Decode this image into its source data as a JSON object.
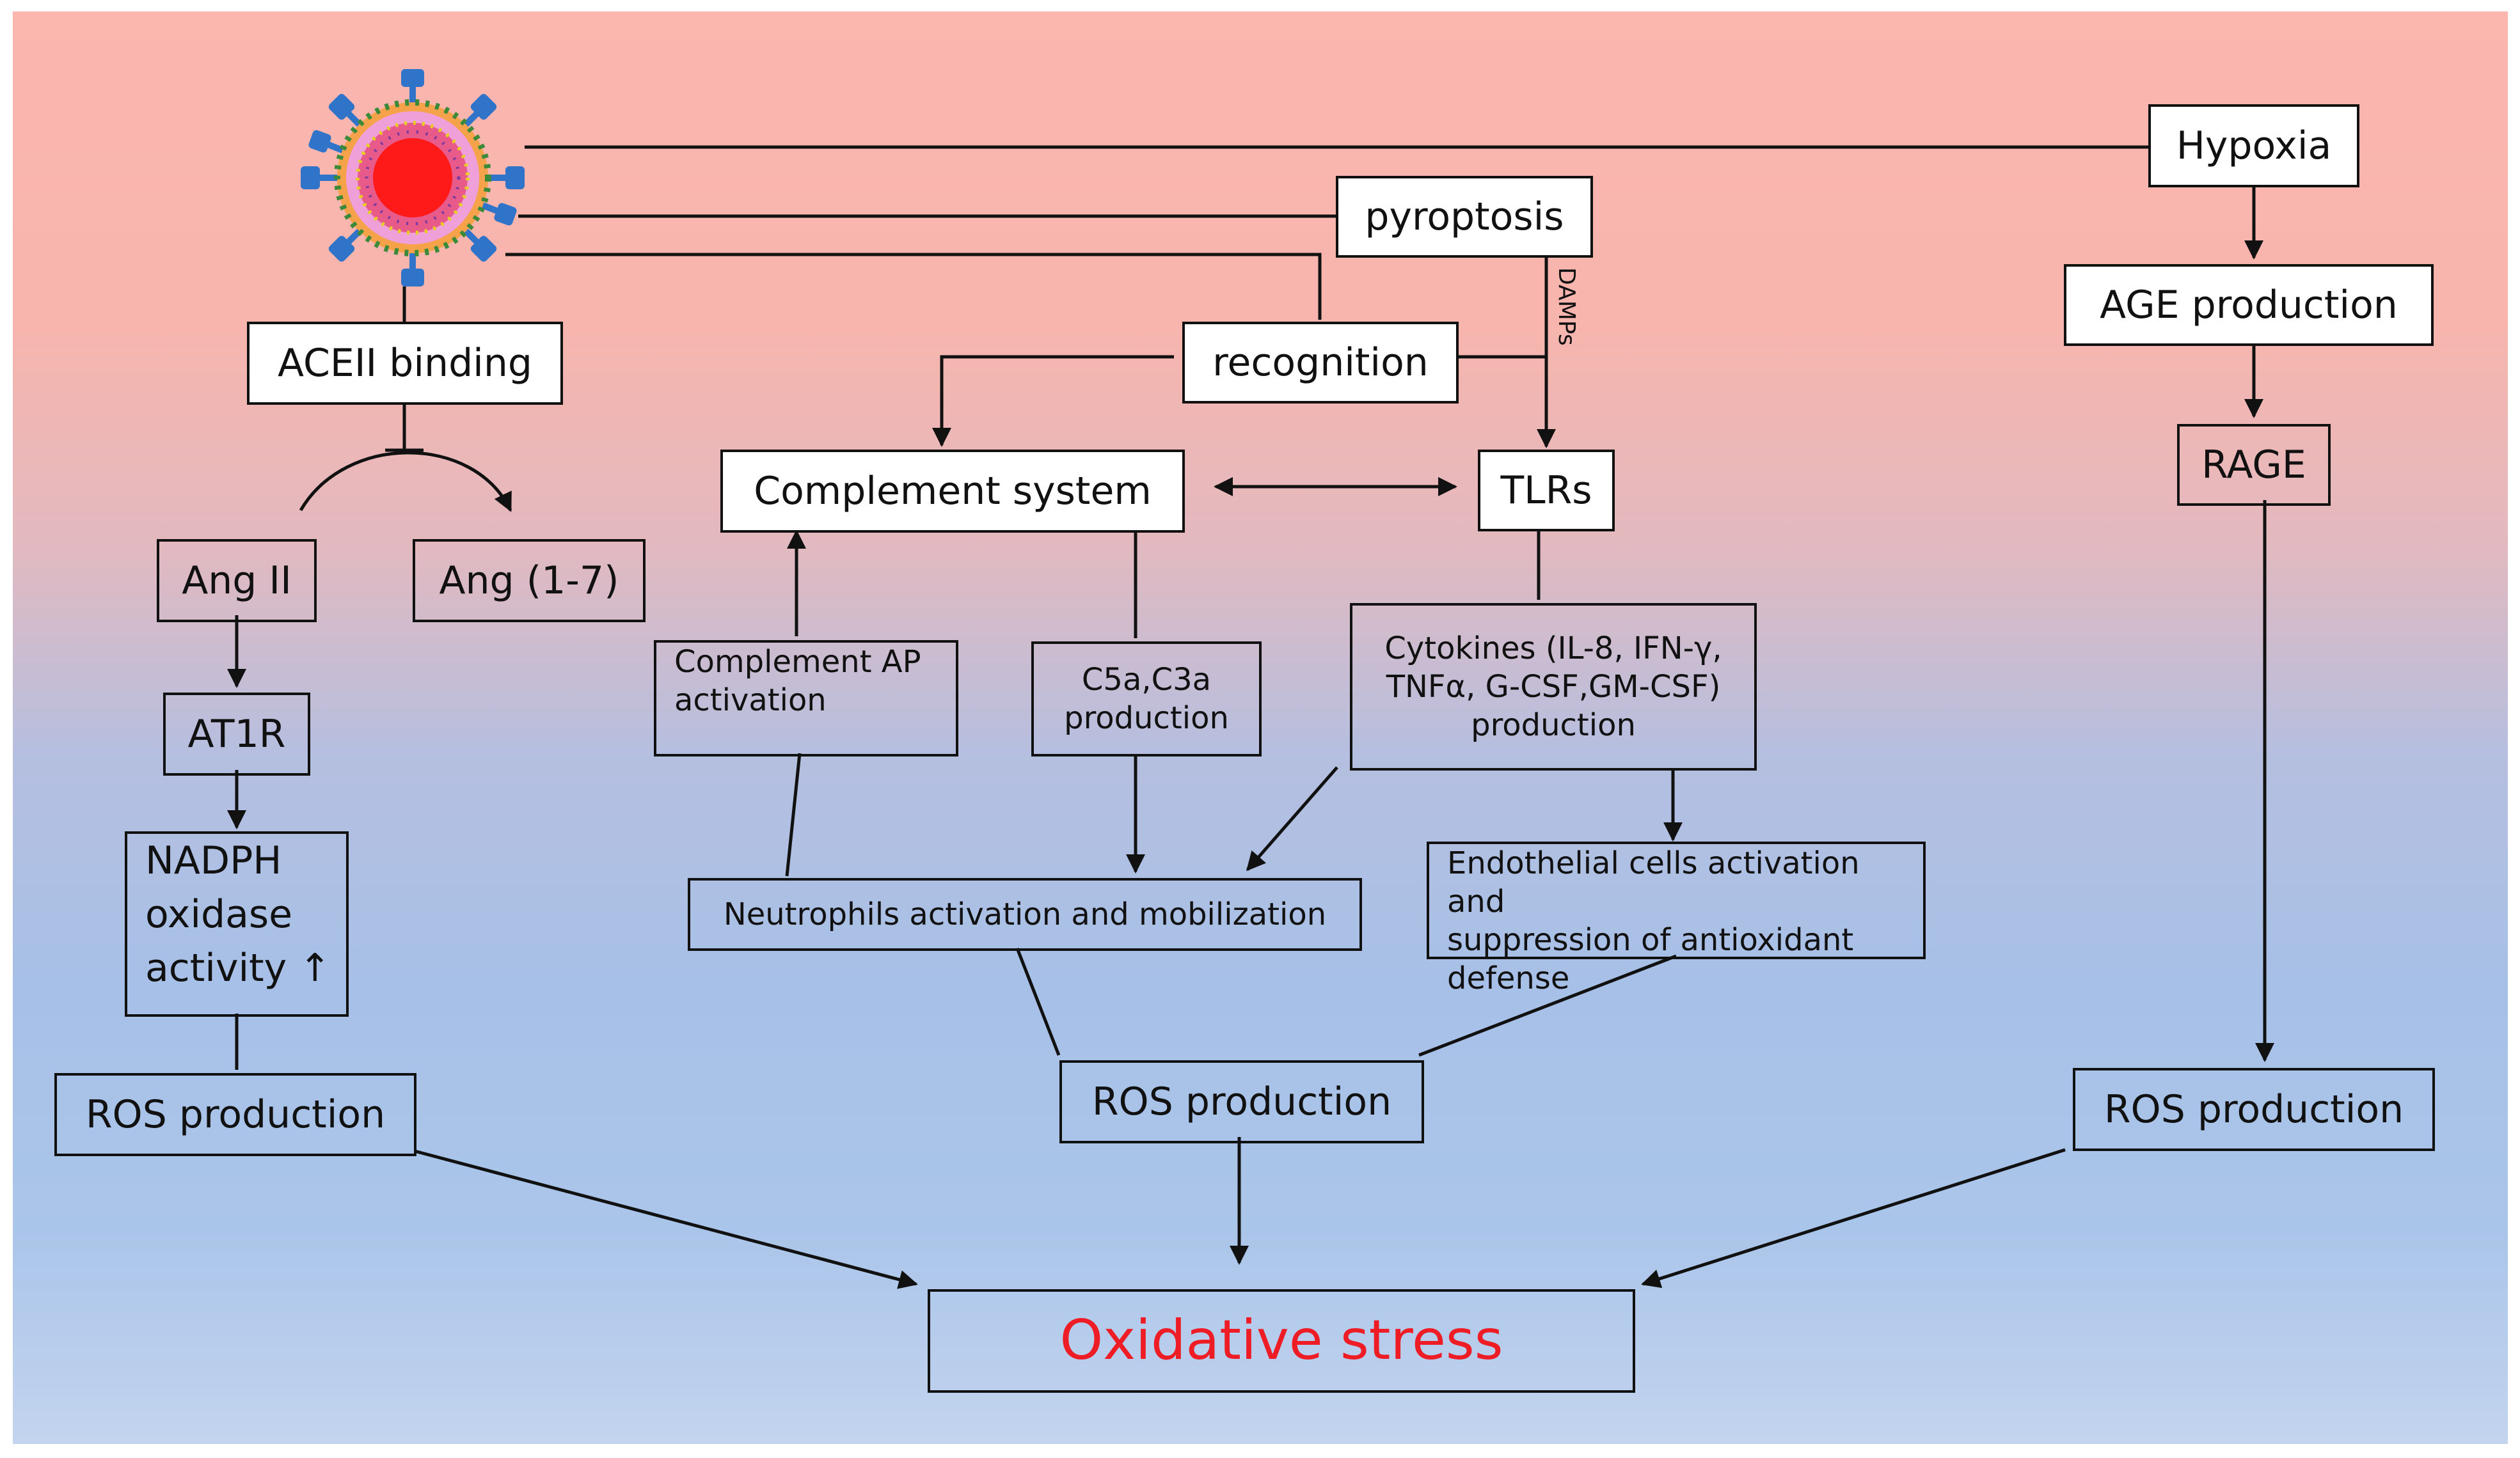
{
  "nodes": {
    "hypoxia": "Hypoxia",
    "pyroptosis": "pyroptosis",
    "age_production": "AGE production",
    "aceii_binding": "ACEII binding",
    "recognition": "recognition",
    "complement_system": "Complement system",
    "tlrs": "TLRs",
    "rage": "RAGE",
    "ang_ii": "Ang II",
    "ang_1_7": "Ang (1-7)",
    "at1r": "AT1R",
    "nadph": [
      "NADPH",
      "oxidase",
      "activity ↑"
    ],
    "complement_ap": [
      "Complement AP",
      "activation"
    ],
    "c5a_c3a": [
      "C5a,C3a",
      "production"
    ],
    "cytokines": [
      "Cytokines (IL-8,  IFN-γ,",
      "TNFα, G-CSF,GM-CSF)",
      "production"
    ],
    "neutrophils": "Neutrophils activation and mobilization",
    "endothelial": [
      "Endothelial cells activation and",
      "suppression of antioxidant defense"
    ],
    "ros_left": "ROS production",
    "ros_center": "ROS production",
    "ros_right": "ROS production",
    "oxidative_stress": "Oxidative stress"
  },
  "edge_labels": {
    "damps": "DAMPs"
  },
  "colors": {
    "background_top": "#fbb6ae",
    "background_bottom": "#c3d4ee",
    "oxidative_stress_text": "#ee1c24",
    "virus_core": "#ff1a1a",
    "virus_spike": "#2f74c9"
  },
  "icons": {
    "virus": "coronavirus-icon"
  }
}
